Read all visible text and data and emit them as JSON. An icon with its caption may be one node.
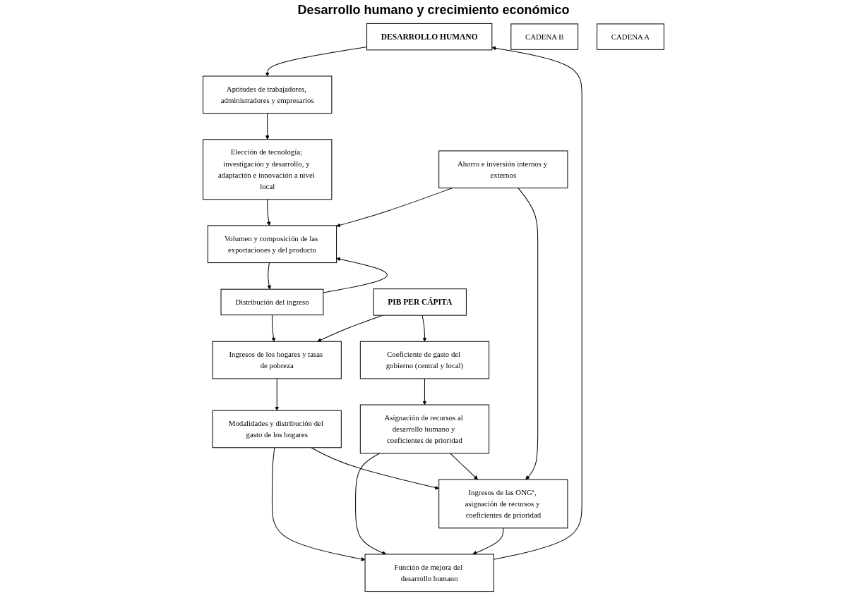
{
  "diagram": {
    "title": "Desarrollo humano y crecimiento económico",
    "nodes": [
      {
        "text": [
          "DESARROLLO HUMANO"
        ]
      },
      {
        "text": [
          "Función de mejora del desarrollo humano"
        ]
      },
      {
        "text": [
          "Aptitudes de trabajadores, administradores y empresarios"
        ]
      },
      {
        "text": [
          "Ingresos de las ONGª, asignación de recursos y coeficientes de prioridad"
        ]
      },
      {
        "text": [
          "Elección de tecnología; investigación y desarrollo, y adaptación e innovación a nivel local"
        ]
      },
      {
        "text": [
          "Ahorro e inversión internos y externos"
        ]
      },
      {
        "text": [
          "Modalidades y distribución del gasto de los hogares"
        ]
      },
      {
        "text": [
          "Asignación de recursos al desarrollo humano y coeficientes de prioridad"
        ]
      },
      {
        "text": [
          "CADENA B"
        ]
      },
      {
        "text": [
          "Volumen y composición de las exportaciones y del producto"
        ]
      },
      {
        "text": [
          "Distribución del ingreso"
        ]
      },
      {
        "text": [
          "Ingresos de los hogares y tasas de pobreza"
        ]
      },
      {
        "text": [
          "Coeficiente de gasto del gobierno (central y local)"
        ]
      },
      {
        "text": [
          "CADENA A"
        ]
      },
      {
        "text": [
          "PIB PER CÁPITA"
        ]
      }
    ],
    "edges": [
      {
        "from": 0,
        "to": 2,
        "arrow": "to"
      },
      {
        "from": 2,
        "to": 4,
        "arrow": "to"
      },
      {
        "from": 4,
        "to": 9,
        "arrow": "to"
      },
      {
        "from": 5,
        "to": 9,
        "arrow": "to"
      },
      {
        "from": 5,
        "to": 3,
        "arrow": "to"
      },
      {
        "from": 9,
        "to": 10,
        "arrow": "to"
      },
      {
        "from": 10,
        "to": 9,
        "arrow": "to"
      },
      {
        "from": 10,
        "to": 11,
        "arrow": "to"
      },
      {
        "from": 11,
        "to": 6,
        "arrow": "to"
      },
      {
        "from": 6,
        "to": 1,
        "arrow": "to"
      },
      {
        "from": 6,
        "to": 3,
        "arrow": "to"
      },
      {
        "from": 7,
        "to": 1,
        "arrow": "to"
      },
      {
        "from": 7,
        "to": 3,
        "arrow": "to"
      },
      {
        "from": 12,
        "to": 7,
        "arrow": "to"
      },
      {
        "from": 14,
        "to": 11,
        "arrow": "to"
      },
      {
        "from": 14,
        "to": 12,
        "arrow": "to"
      },
      {
        "from": 3,
        "to": 1,
        "arrow": "to"
      },
      {
        "from": 1,
        "to": 0,
        "arrow": "to"
      }
    ]
  }
}
